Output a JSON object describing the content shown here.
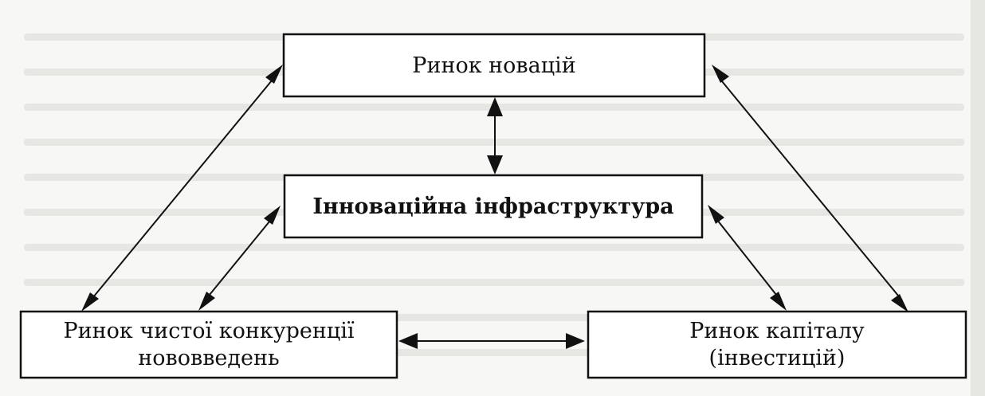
{
  "diagram": {
    "nodes": {
      "market_innovations": {
        "label": "Ринок новацій"
      },
      "infrastructure": {
        "label": "Інноваційна інфраструктура"
      },
      "market_competition": {
        "lines": [
          "Ринок чистої конкуренції",
          "нововведень"
        ]
      },
      "market_capital": {
        "lines": [
          "Ринок капіталу",
          "(інвестицій)"
        ]
      }
    },
    "edges": [
      {
        "from": "market_innovations",
        "to": "infrastructure",
        "direction": "both"
      },
      {
        "from": "market_innovations",
        "to": "market_competition",
        "direction": "both"
      },
      {
        "from": "market_innovations",
        "to": "market_capital",
        "direction": "both"
      },
      {
        "from": "infrastructure",
        "to": "market_competition",
        "direction": "both"
      },
      {
        "from": "infrastructure",
        "to": "market_capital",
        "direction": "both"
      },
      {
        "from": "market_competition",
        "to": "market_capital",
        "direction": "both"
      }
    ]
  }
}
